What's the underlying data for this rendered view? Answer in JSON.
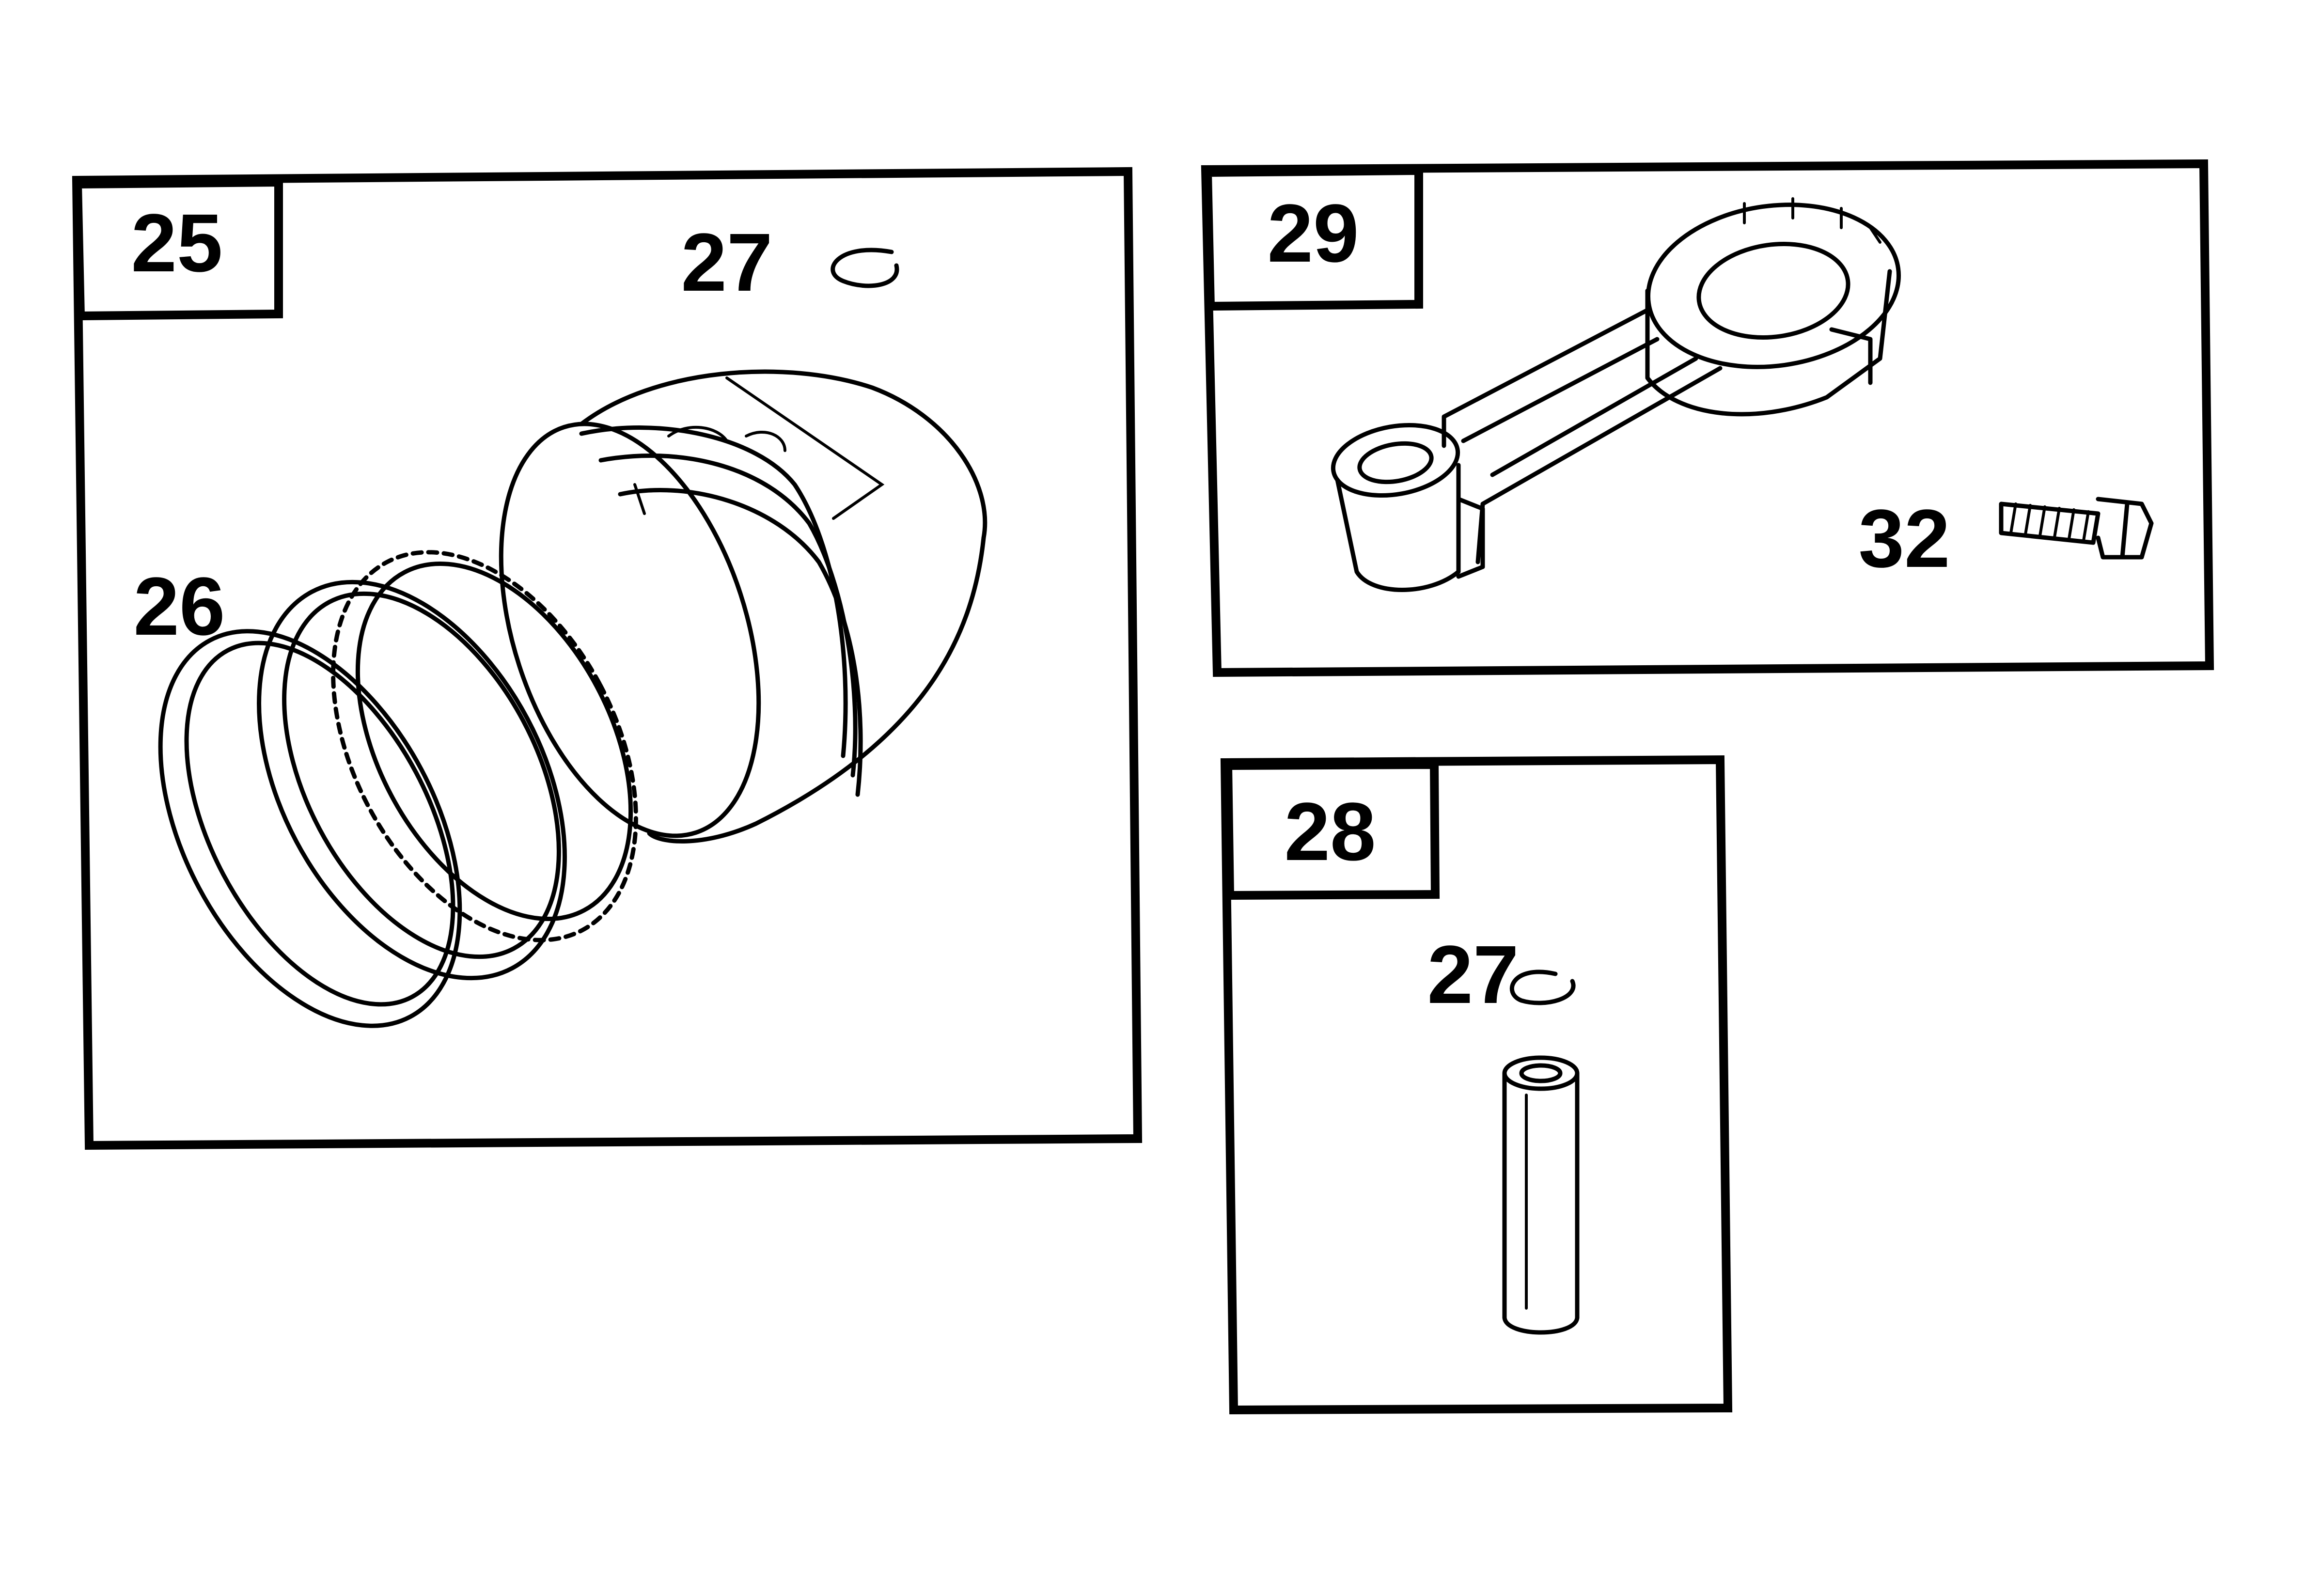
{
  "panels": [
    {
      "id": "panel-25",
      "label": "25"
    },
    {
      "id": "panel-29",
      "label": "29"
    },
    {
      "id": "panel-28",
      "label": "28"
    }
  ],
  "callouts": {
    "piston_panel": {
      "retainer": "27",
      "rings": "26"
    },
    "rod_panel": {
      "screw": "32"
    },
    "pin_panel": {
      "retainer": "27"
    }
  },
  "colors": {
    "ink": "#000000",
    "paper": "#ffffff"
  }
}
